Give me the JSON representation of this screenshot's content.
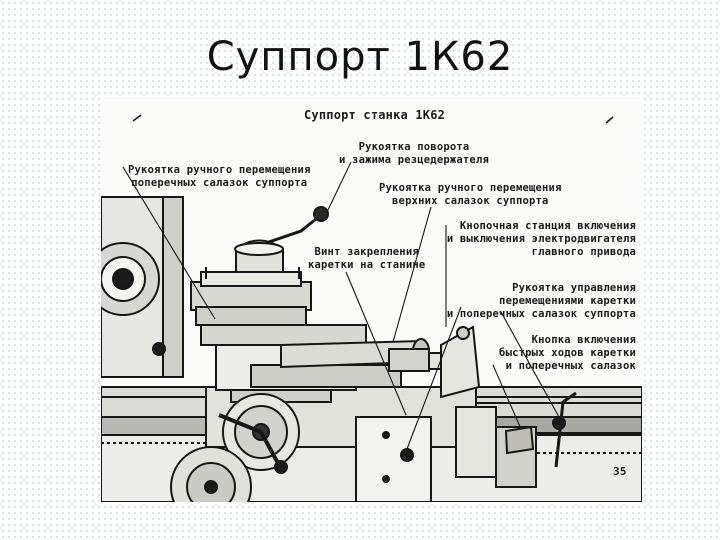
{
  "slide": {
    "title": "Суппорт 1К62"
  },
  "figure": {
    "title": "Суппорт станка 1К62",
    "page_number": "35",
    "labels": {
      "rotate_handle": [
        "Рукоятка поворота",
        "и зажима резцедержателя"
      ],
      "cross_slide_handle": [
        "Рукоятка ручного перемещения",
        "поперечных салазок суппорта"
      ],
      "top_slide_handle": [
        "Рукоятка ручного перемещения",
        "верхних салазок суппорта"
      ],
      "carriage_screw": [
        "Винт закрепления",
        "каретки на станине"
      ],
      "button_station": [
        "Кнопочная станция включения",
        "и выключения электродвигателя",
        "главного привода"
      ],
      "control_lever": [
        "Рукоятка управления",
        "перемещениями каретки",
        "и поперечных салазок суппорта"
      ],
      "rapid_button": [
        "Кнопка включения",
        "быстрых ходов каретки",
        "и поперечных салазок"
      ]
    }
  }
}
